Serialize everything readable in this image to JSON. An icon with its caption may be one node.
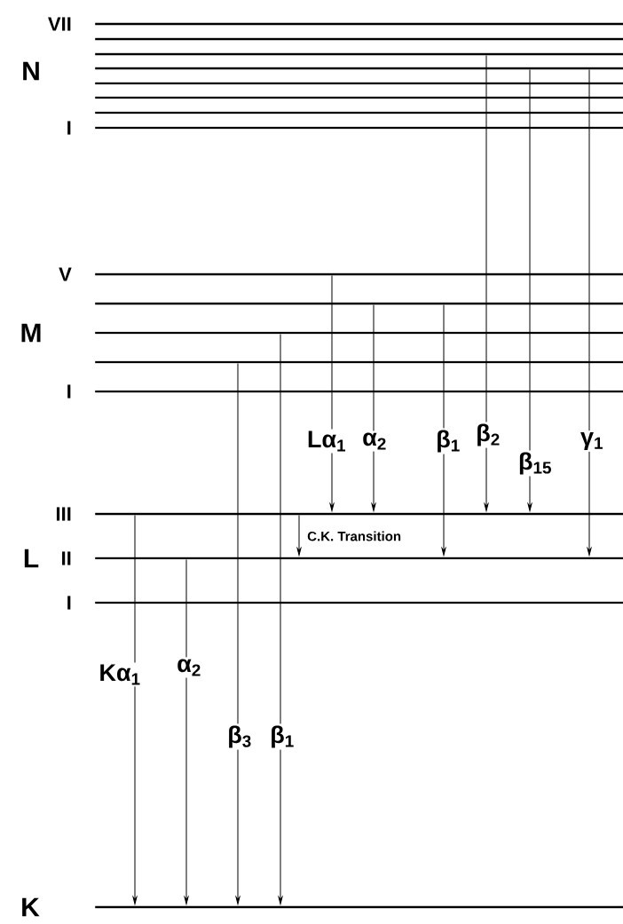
{
  "diagram": {
    "nodes": [
      {
        "text": [
          "VII"
        ]
      },
      {
        "text": [],
        "shape": "bar"
      },
      {
        "text": [],
        "shape": "bar"
      },
      {
        "text": [],
        "shape": "bar"
      },
      {
        "text": [],
        "shape": "bar"
      },
      {
        "text": [],
        "shape": "bar"
      },
      {
        "text": [],
        "shape": "bar"
      },
      {
        "text": [
          "I"
        ]
      },
      {
        "text": [
          "V"
        ]
      },
      {
        "text": [],
        "shape": "bar"
      },
      {
        "text": [],
        "shape": "bar"
      },
      {
        "text": [],
        "shape": "bar"
      },
      {
        "text": [
          "I"
        ]
      },
      {
        "text": [
          "III"
        ]
      },
      {
        "text": [
          "II"
        ]
      },
      {
        "text": [
          "I"
        ]
      },
      {
        "text": [
          "K"
        ]
      }
    ],
    "edges": [
      {
        "from": 13,
        "to": 16,
        "arrow": "to",
        "label": "Kα$_{1}$"
      },
      {
        "from": 14,
        "to": 16,
        "arrow": "to",
        "label": "α$_{2}$"
      },
      {
        "from": 11,
        "to": 16,
        "arrow": "to",
        "label": "β$_{3}$"
      },
      {
        "from": 10,
        "to": 16,
        "arrow": "to",
        "label": "β$_{1}$"
      },
      {
        "from": 8,
        "to": 13,
        "arrow": "to",
        "label": "Lα$_{1}$"
      },
      {
        "from": 9,
        "to": 13,
        "arrow": "to",
        "label": "α$_{2}$"
      },
      {
        "from": 9,
        "to": 14,
        "arrow": "to",
        "label": "β$_{1}$"
      },
      {
        "from": 2,
        "to": 13,
        "arrow": "to",
        "label": "β$_{2}$"
      },
      {
        "from": 3,
        "to": 13,
        "arrow": "to",
        "label": "β$_{15}$"
      },
      {
        "from": 3,
        "to": 14,
        "arrow": "to",
        "label": "γ$_{1}$"
      },
      {
        "from": 13,
        "to": 14,
        "arrow": "to",
        "label": "C.K. Transition"
      }
    ],
    "labels": [
      "N",
      "M",
      "L"
    ]
  }
}
